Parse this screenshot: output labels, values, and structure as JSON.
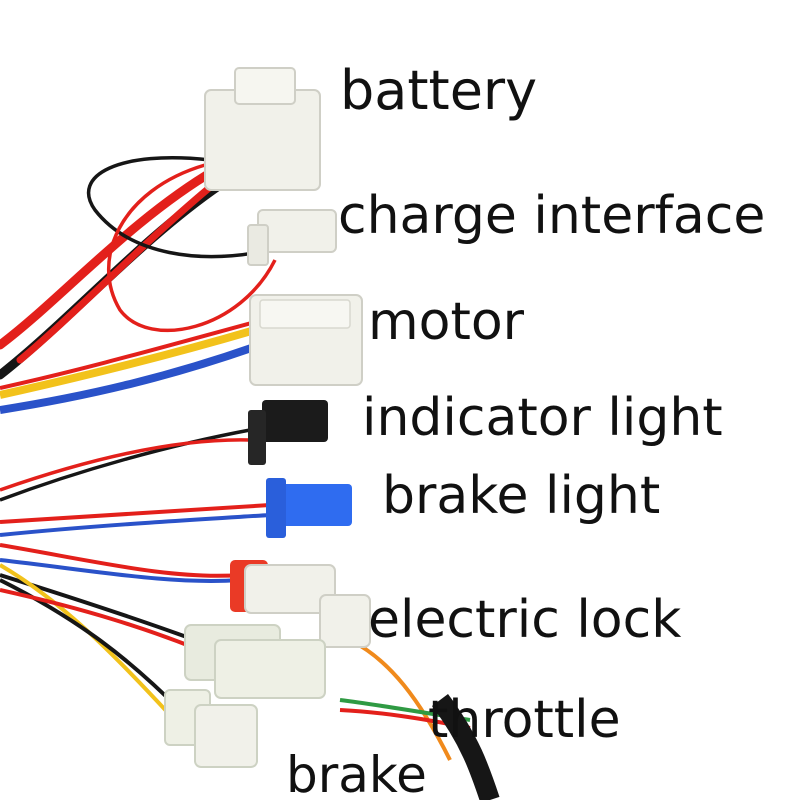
{
  "labels": {
    "battery": "battery",
    "charge_interface": "charge interface",
    "motor": "motor",
    "indicator_light": "indicator light",
    "brake_light": "brake light",
    "electric_lock": "electric lock",
    "throttle": "throttle",
    "brake": "brake"
  },
  "colors": {
    "red_wire": "#e3201b",
    "black_wire": "#161616",
    "yellow_wire": "#f2c21b",
    "blue_wire": "#2a52c9",
    "green_wire": "#2f9a43",
    "orange_wire": "#f08a1c",
    "white_connector": "#f1f1ea",
    "blue_connector": "#2f6cf0",
    "black_connector": "#1b1b1b",
    "red_connector": "#ea3a26"
  }
}
